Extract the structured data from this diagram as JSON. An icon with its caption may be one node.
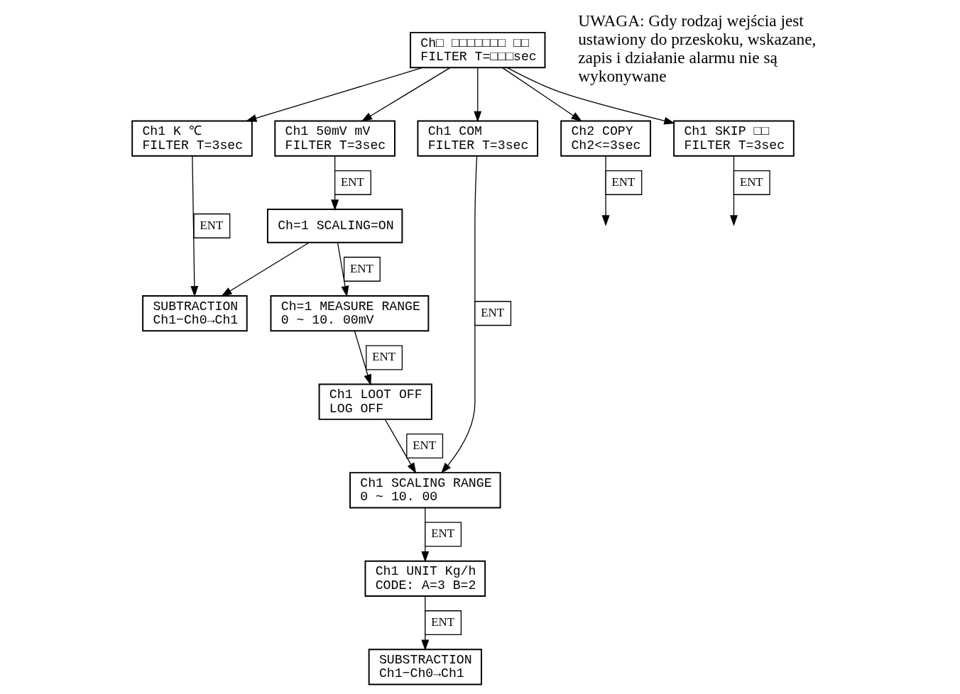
{
  "diagram": {
    "nodes": [
      {
        "text": [
          "Ch□ □□□□□□□ □□",
          "FILTER T=□□□sec"
        ]
      },
      {
        "text": [
          "Ch1 K ℃",
          "FILTER T=3sec"
        ]
      },
      {
        "text": [
          "Ch1 50mV mV",
          "FILTER T=3sec"
        ]
      },
      {
        "text": [
          "Ch1 COM",
          "FILTER T=3sec"
        ]
      },
      {
        "text": [
          "Ch2 COPY",
          "Ch2<=3sec"
        ]
      },
      {
        "text": [
          "Ch1 SKIP □□",
          "FILTER T=3sec"
        ]
      },
      {
        "text": [
          "Ch=1 SCALING=ON"
        ]
      },
      {
        "text": [
          "SUBTRACTION",
          "Ch1−Ch0→Ch1"
        ]
      },
      {
        "text": [
          "Ch=1 MEASURE RANGE",
          "0 ~ 10. 00mV"
        ]
      },
      {
        "text": [
          "Ch1 LOOT OFF",
          "LOG OFF"
        ]
      },
      {
        "text": [
          "Ch1 SCALING RANGE",
          "0 ~ 10. 00"
        ]
      },
      {
        "text": [
          "Ch1 UNIT Kg/h",
          "CODE: A=3 B=2"
        ]
      },
      {
        "text": [
          "SUBSTRACTION",
          "Ch1−Ch0→Ch1"
        ]
      }
    ],
    "edges": [
      {
        "from": 0,
        "to": 1,
        "arrow": "to"
      },
      {
        "from": 0,
        "to": 2,
        "arrow": "to"
      },
      {
        "from": 0,
        "to": 3,
        "arrow": "to"
      },
      {
        "from": 0,
        "to": 4,
        "arrow": "to"
      },
      {
        "from": 0,
        "to": 5,
        "arrow": "to"
      },
      {
        "from": 1,
        "to": 7,
        "arrow": "to",
        "label": "ENT"
      },
      {
        "from": 2,
        "to": 6,
        "arrow": "to",
        "label": "ENT"
      },
      {
        "from": 6,
        "to": 8,
        "arrow": "to",
        "label": "ENT"
      },
      {
        "from": 6,
        "to": 7,
        "arrow": "to"
      },
      {
        "from": 8,
        "to": 9,
        "arrow": "to",
        "label": "ENT"
      },
      {
        "from": 3,
        "to": 10,
        "arrow": "to",
        "label": "ENT"
      },
      {
        "from": 9,
        "to": 10,
        "arrow": "to",
        "label": "ENT"
      },
      {
        "from": 10,
        "to": 11,
        "arrow": "to",
        "label": "ENT"
      },
      {
        "from": 11,
        "to": 12,
        "arrow": "to",
        "label": "ENT"
      },
      {
        "from": 4,
        "to": null,
        "arrow": "to",
        "label": "ENT"
      },
      {
        "from": 5,
        "to": null,
        "arrow": "to",
        "label": "ENT"
      }
    ],
    "labels": [
      "UWAGA: Gdy rodzaj wejścia jest ustawiony do przeskoku, wskazane, zapis i działanie alarmu nie są wykonywane"
    ]
  }
}
